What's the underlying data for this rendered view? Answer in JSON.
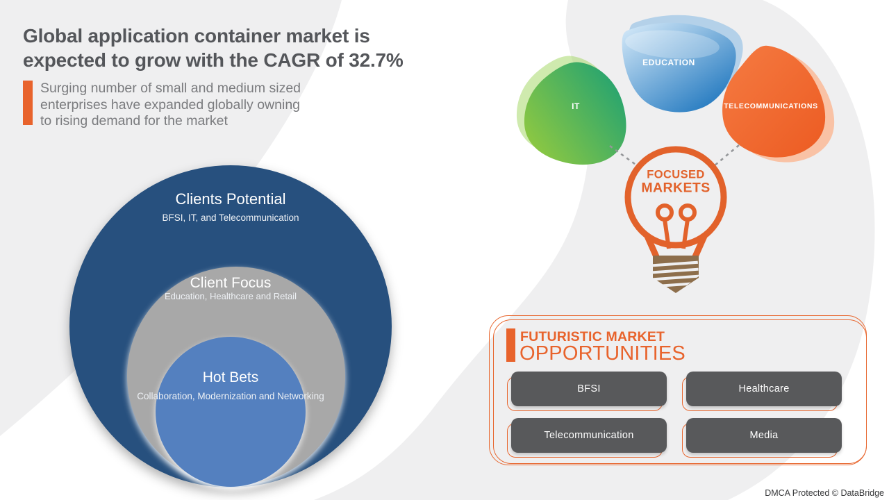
{
  "header": {
    "title_line1": "Global application container market is",
    "title_line2": "expected to grow with the CAGR of 32.7%",
    "subtitle_line1": "Surging number of small and medium sized",
    "subtitle_line2": "enterprises have expanded globally owning",
    "subtitle_line3": "to rising demand for the market"
  },
  "client_circles": {
    "outer": {
      "title": "Clients Potential",
      "subtitle": "BFSI, IT, and Telecommunication",
      "color": "#27507e"
    },
    "middle": {
      "title": "Client Focus",
      "subtitle": "Education, Healthcare and Retail",
      "color": "#a8a8a8"
    },
    "inner": {
      "title": "Hot Bets",
      "subtitle": "Collaboration, Modernization and Networking",
      "color": "#5480bf"
    }
  },
  "focused_markets": {
    "title_line1": "FOCUSED",
    "title_line2": "MARKETS",
    "segments": [
      {
        "label": "IT",
        "color": "#3cae61"
      },
      {
        "label": "EDUCATION",
        "color": "#2e86c8"
      },
      {
        "label": "TELECOMMUNICATIONS",
        "color": "#f1662f"
      }
    ]
  },
  "opportunities": {
    "heading_line1": "FUTURISTIC MARKET",
    "heading_line2": "OPPORTUNITIES",
    "items": [
      {
        "label": "BFSI"
      },
      {
        "label": "Healthcare"
      },
      {
        "label": "Telecommunication"
      },
      {
        "label": "Media"
      }
    ]
  },
  "footer": {
    "dmca": "DMCA Protected © DataBridge"
  },
  "colors": {
    "accent_orange": "#e8632c",
    "bulb_outline_orange": "#e2622b",
    "bulb_base_brown": "#8d6e4b",
    "navy_circle": "#27507e",
    "gray_circle": "#a8a8a8",
    "steel_blue_circle": "#5480bf",
    "button_gray": "#58595b",
    "title_text": "#54565a",
    "body_text": "#7a7b7e",
    "background_gray": "#efeff0"
  }
}
